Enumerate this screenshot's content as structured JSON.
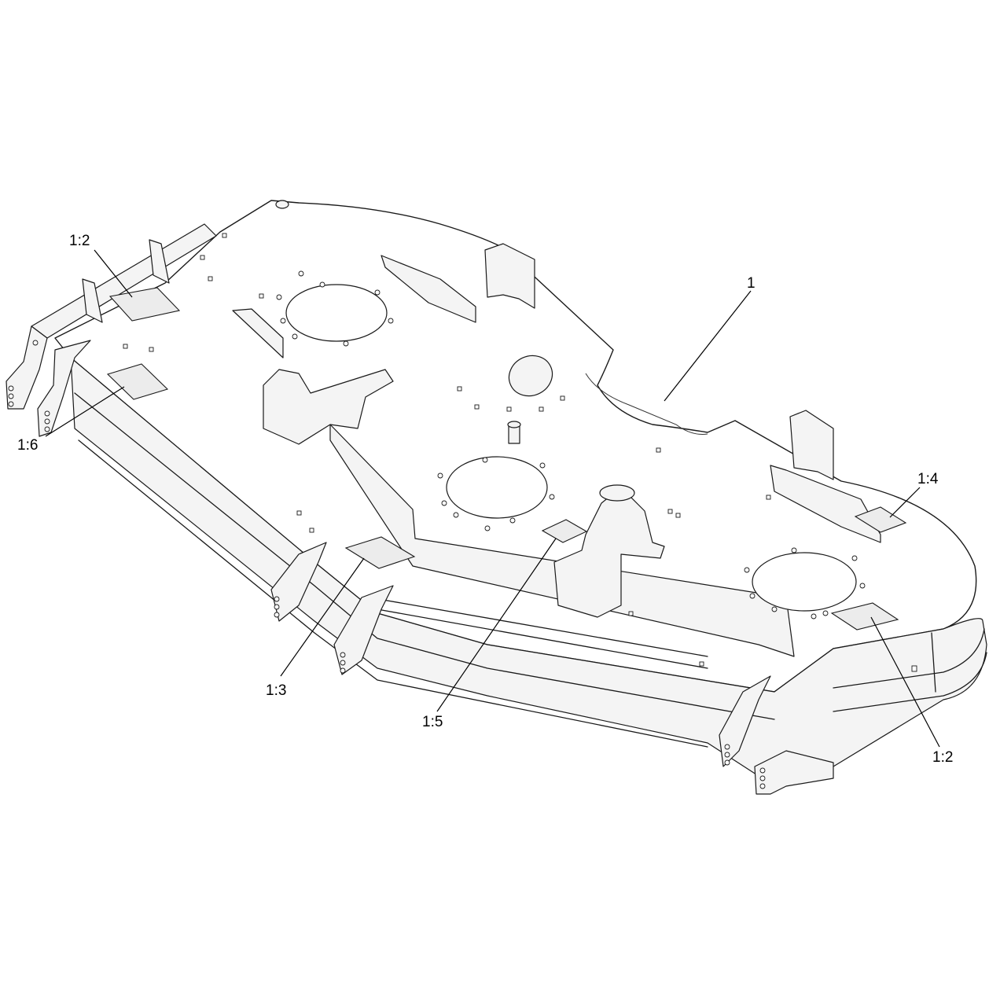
{
  "callouts": {
    "c1": "1",
    "c12_top": "1:2",
    "c12_right": "1:2",
    "c13": "1:3",
    "c14": "1:4",
    "c15": "1:5",
    "c16": "1:6"
  }
}
